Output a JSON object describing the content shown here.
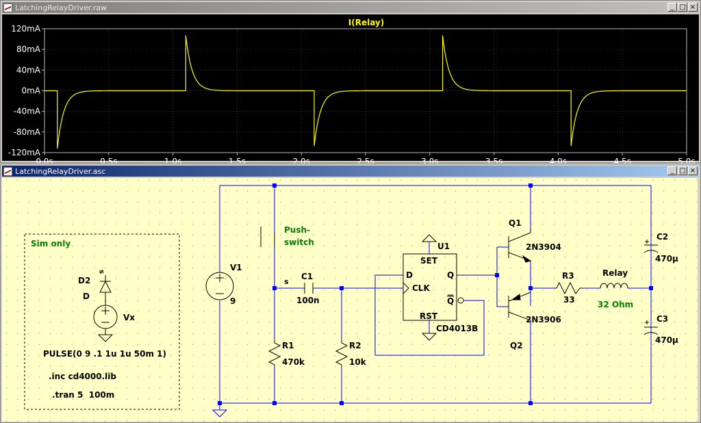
{
  "plot_window": {
    "title": "LatchingRelayDriver.raw",
    "trace_label": "I(Relay)",
    "colors": {
      "background": "#000000",
      "trace": "#ffff00",
      "axis_text": "#ffffff"
    }
  },
  "schematic_window": {
    "title": "LatchingRelayDriver.asc",
    "labels": {
      "sim_only": "Sim only",
      "d2": "D2",
      "d2_model": "D",
      "net_s_vertical": "s",
      "vx": "Vx",
      "pulse": "PULSE(0 9 .1 1u 1u 50m 1)",
      "inc": ".inc cd4000.lib",
      "tran": ".tran 5  100m",
      "v1": "V1",
      "v1_val": "9",
      "push1": "Push-",
      "push2": "switch",
      "net_s": "s",
      "c1": "C1",
      "c1_val": "100n",
      "r1": "R1",
      "r1_val": "470k",
      "r2": "R2",
      "r2_val": "10k",
      "u1": "U1",
      "pin_set": "SET",
      "pin_d": "D",
      "pin_clk": "CLK",
      "pin_q": "Q",
      "pin_qbar": "Q",
      "pin_rst": "RST",
      "u1_model": "CD4013B",
      "q1": "Q1",
      "q1_model": "2N3904",
      "q2": "Q2",
      "q2_model": "2N3906",
      "r3": "R3",
      "r3_val": "33",
      "relay": "Relay",
      "relay_val": "32 Ohm",
      "c2": "C2",
      "c2_val": "470µ",
      "c3": "C3",
      "c3_val": "470µ"
    },
    "colors": {
      "background": "#ffffc8",
      "wire": "#0000ff",
      "text": "#000000",
      "comment": "#008000",
      "junction": "#0000ff"
    }
  },
  "window_buttons": {
    "minimize": "_",
    "maximize": "□",
    "close": "×"
  },
  "chart_data": {
    "type": "line",
    "title": "I(Relay)",
    "xlabel": "",
    "ylabel": "",
    "xlim": [
      0,
      5
    ],
    "ylim": [
      -120,
      120
    ],
    "x_ticks": [
      "0.0s",
      "0.5s",
      "1.0s",
      "1.5s",
      "2.0s",
      "2.5s",
      "3.0s",
      "3.5s",
      "4.0s",
      "4.5s",
      "5.0s"
    ],
    "y_ticks": [
      "120mA",
      "80mA",
      "40mA",
      "0mA",
      "-40mA",
      "-80mA",
      "-120mA"
    ],
    "grid": true,
    "series": [
      {
        "name": "I(Relay)",
        "pulses": [
          {
            "t": 0.1,
            "peak": -112
          },
          {
            "t": 1.1,
            "peak": 107
          },
          {
            "t": 2.1,
            "peak": -107
          },
          {
            "t": 3.1,
            "peak": 107
          },
          {
            "t": 4.1,
            "peak": -107
          }
        ],
        "time_constant_s": 0.05
      }
    ]
  }
}
